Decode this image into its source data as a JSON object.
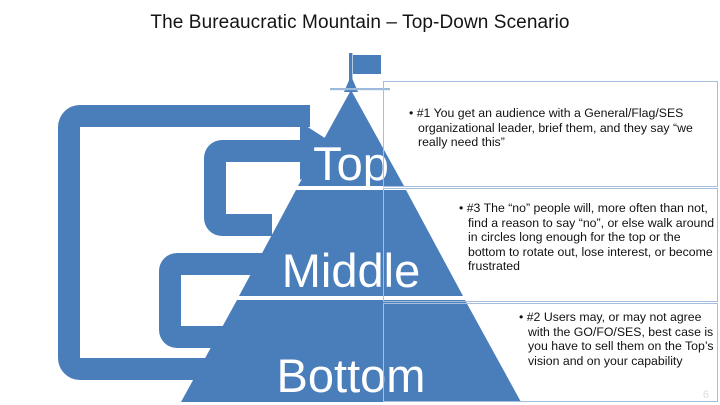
{
  "slide": {
    "title": "The Bureaucratic Mountain – Top-Down Scenario",
    "slide_number": "6"
  },
  "colors": {
    "accent_blue": "#4A7EBB",
    "callout_border": "#A7BFDE",
    "tier_label": "#FFFFFF",
    "title_text": "#141414",
    "body_text": "#111111",
    "background": "#FFFFFF"
  },
  "pyramid": {
    "tiers": [
      {
        "label": "Top"
      },
      {
        "label": "Middle"
      },
      {
        "label": "Bottom"
      }
    ],
    "flag": {
      "name": "flag-icon"
    }
  },
  "arrows": [
    {
      "name": "arrow-to-top",
      "target": "Top"
    },
    {
      "name": "arrow-to-middle",
      "target": "Middle"
    },
    {
      "name": "arrow-to-bottom",
      "target": "Bottom"
    }
  ],
  "callouts": [
    {
      "id": "callout-top",
      "number": "#1",
      "text": "• #1 You get an audience with a General/Flag/SES organizational leader, brief them, and they say “we really need this”"
    },
    {
      "id": "callout-middle",
      "number": "#3",
      "text": "• #3 The “no” people will, more often than not, find a reason to say “no”, or else walk around in circles long enough for the top or the bottom to rotate out, lose interest, or become frustrated"
    },
    {
      "id": "callout-bottom",
      "number": "#2",
      "text": "• #2 Users may, or may not agree with the GO/FO/SES, best case is you have to sell them on the Top’s vision and on your capability"
    }
  ]
}
